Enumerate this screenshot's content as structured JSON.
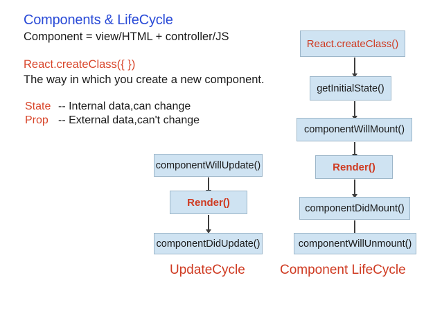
{
  "slide": {
    "title": "Components & LifeCycle",
    "background_color": "#ffffff",
    "title_color": "#2a4bd7",
    "accent_color": "#cf3a21",
    "box_fill_color": "#cfe3f2",
    "box_border_color": "#9cb6c9"
  },
  "text": {
    "component_line": "Component = view/HTML + controller/JS",
    "create_class_line": "React.createClass({ })",
    "create_class_desc": "The way in which you create a new component.",
    "state_keyword": "State",
    "state_desc": "-- Internal data,can change",
    "prop_keyword": "Prop",
    "prop_desc": "-- External data,can't change"
  },
  "lifecycle_flow": {
    "caption": "Component LifeCycle",
    "steps": [
      {
        "label": "React.createClass()",
        "style": "red-plain"
      },
      {
        "label": "getInitialState()",
        "style": "normal"
      },
      {
        "label": "componentWillMount()",
        "style": "normal"
      },
      {
        "label": "Render()",
        "style": "red"
      },
      {
        "label": "componentDidMount()",
        "style": "normal"
      },
      {
        "label": "componentWillUnmount()",
        "style": "normal"
      }
    ]
  },
  "update_flow": {
    "caption": "UpdateCycle",
    "steps": [
      {
        "label": "componentWillUpdate()",
        "style": "normal"
      },
      {
        "label": "Render()",
        "style": "red"
      },
      {
        "label": "componentDidUpdate()",
        "style": "normal"
      }
    ]
  }
}
